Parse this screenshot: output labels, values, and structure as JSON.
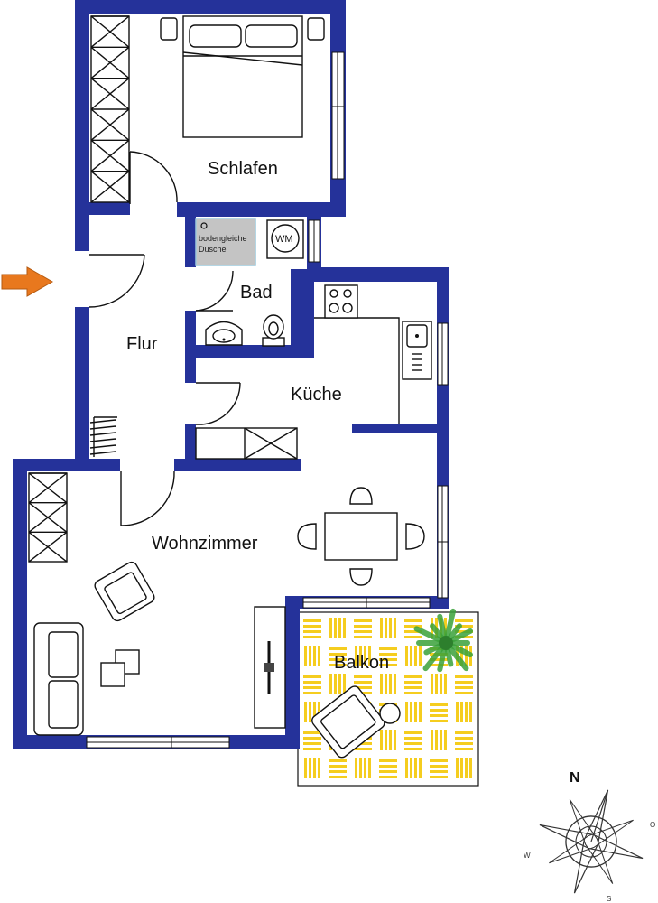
{
  "colors": {
    "wall": "#25329a",
    "balcony_floor": "#ffffff",
    "balcony_stripe": "#f5cd1f",
    "shower": "#c4c4c4",
    "entrance_arrow": "#e8781e",
    "plant": "#3aa23a"
  },
  "rooms": {
    "schlafen": "Schlafen",
    "bad": "Bad",
    "flur": "Flur",
    "kueche": "Küche",
    "wohnzimmer": "Wohnzimmer",
    "balkon": "Balkon"
  },
  "fixtures": {
    "shower_line1": "bodengleiche",
    "shower_line2": "Dusche",
    "washer": "WM"
  },
  "compass": {
    "n": "N",
    "o": "O",
    "s": "S",
    "w": "W"
  },
  "icons": {
    "entrance": "arrow-right-icon",
    "compass": "compass-rose-icon"
  }
}
